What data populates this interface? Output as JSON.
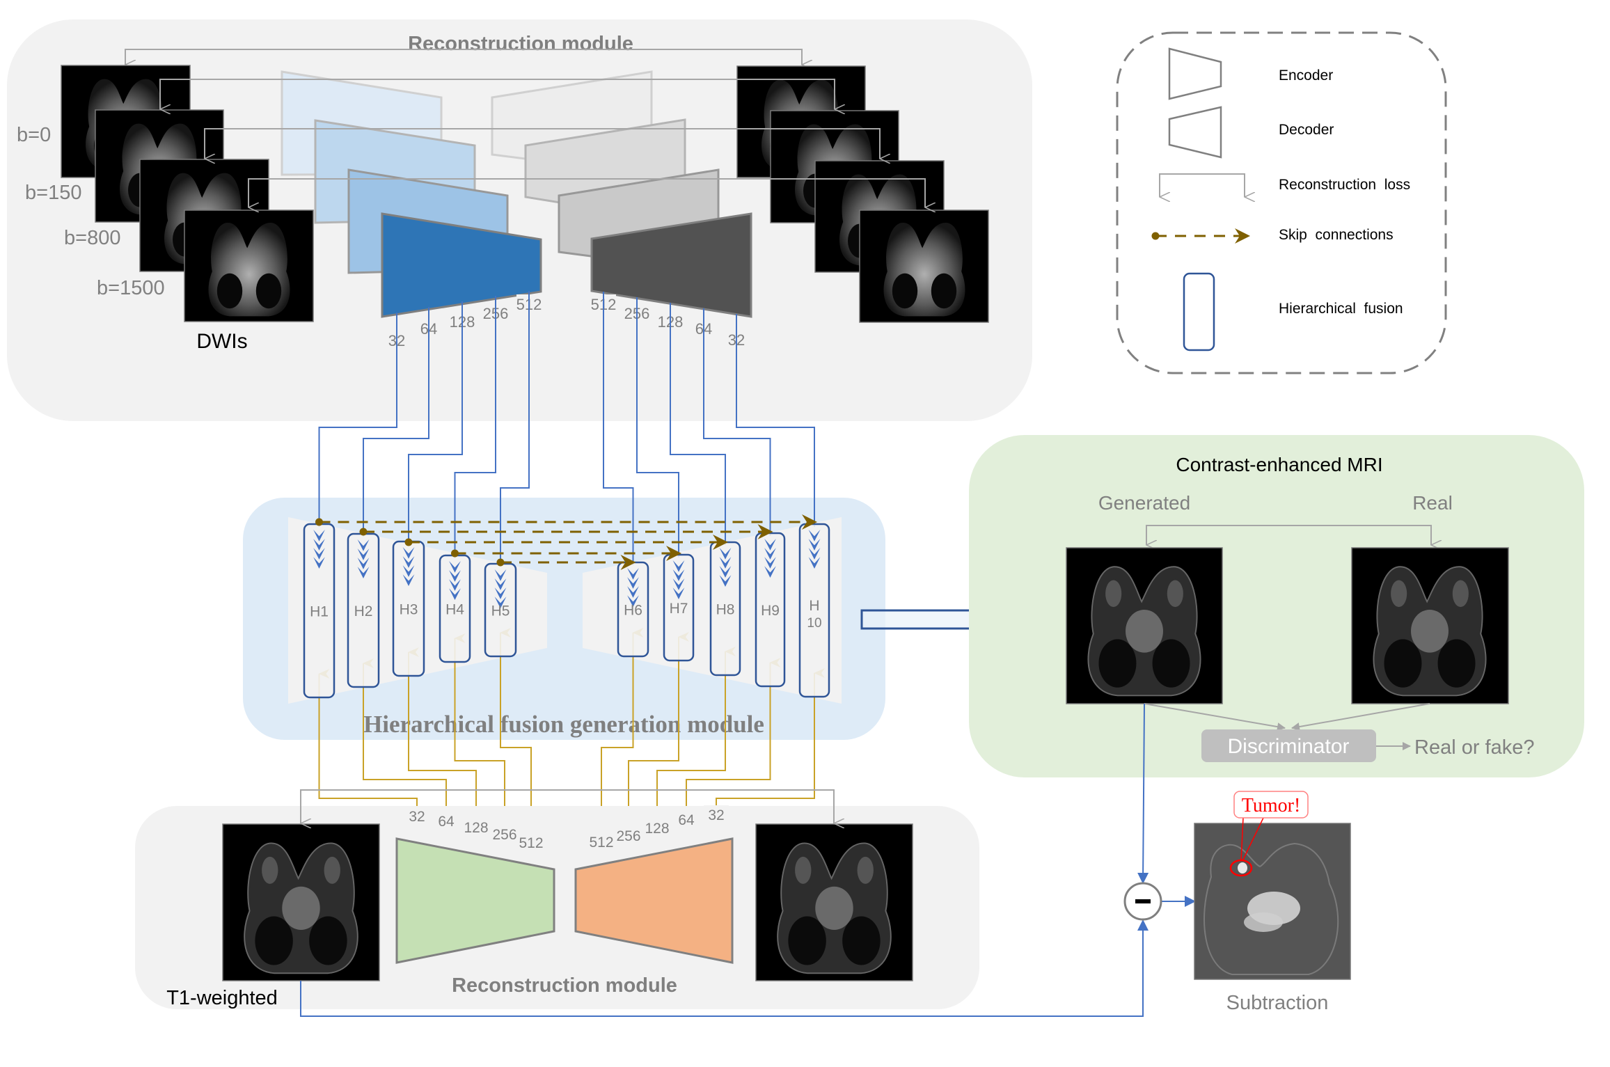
{
  "top_module": {
    "title": "Reconstruction module",
    "input_label": "DWIs",
    "b_values": [
      "b=0",
      "b=150",
      "b=800",
      "b=1500"
    ],
    "encoder_channels": [
      "32",
      "64",
      "128",
      "256",
      "512"
    ],
    "decoder_channels": [
      "512",
      "256",
      "128",
      "64",
      "32"
    ],
    "encoder_colors": [
      "#DEEAF6",
      "#BDD7EE",
      "#9DC3E6",
      "#2E75B6"
    ],
    "decoder_colors": [
      "#EDEDED",
      "#DBDBDB",
      "#C9C9C9",
      "#525252"
    ]
  },
  "legend": {
    "items": [
      {
        "icon": "encoder-icon",
        "label": "Encoder"
      },
      {
        "icon": "decoder-icon",
        "label": "Decoder"
      },
      {
        "icon": "reconstruction-loss-icon",
        "label": "Reconstruction  loss"
      },
      {
        "icon": "skip-connection-icon",
        "label": "Skip  connections"
      },
      {
        "icon": "hierarchical-fusion-icon",
        "label": "Hierarchical  fusion"
      }
    ]
  },
  "fusion_module": {
    "title": "Hierarchical fusion generation module",
    "blocks": [
      "H1",
      "H2",
      "H3",
      "H4",
      "H5",
      "H6",
      "H7",
      "H8",
      "H9",
      "H10"
    ],
    "block_10_parts": [
      "H",
      "10"
    ]
  },
  "ce_module": {
    "title": "Contrast-enhanced MRI",
    "generated_label": "Generated",
    "real_label": "Real",
    "discriminator_label": "Discriminator",
    "output_label": "Real or fake?"
  },
  "bottom_module": {
    "title": "Reconstruction module",
    "input_label": "T1-weighted",
    "encoder_channels": [
      "32",
      "64",
      "128",
      "256",
      "512"
    ],
    "decoder_channels": [
      "512",
      "256",
      "128",
      "64",
      "32"
    ],
    "encoder_color": "#C5E0B4",
    "decoder_color": "#F4B183"
  },
  "subtraction": {
    "operator": "−",
    "label": "Subtraction",
    "callout": "Tumor!"
  },
  "colors": {
    "blue_wire": "#4472C4",
    "gold_wire": "#C9A227",
    "skip": "#7F6000",
    "fusion_outline": "#2F5597",
    "loss_wire": "#A6A6A6",
    "tumor": "#FF0000"
  }
}
